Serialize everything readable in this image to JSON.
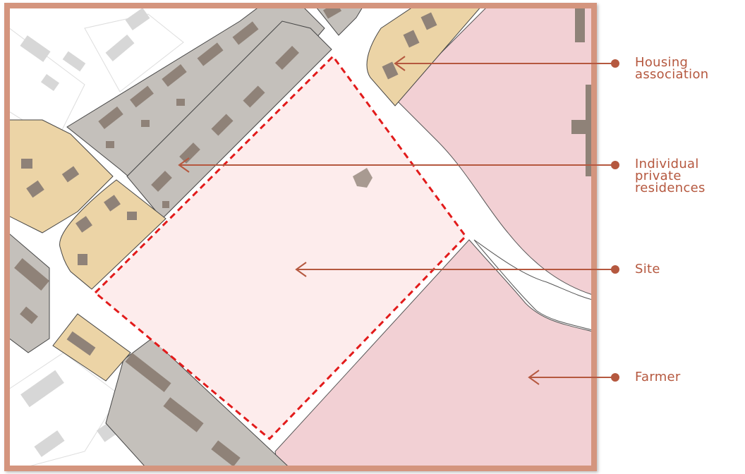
{
  "legend": {
    "items": [
      {
        "label": "Housing\nassociation",
        "color": "#b5583f"
      },
      {
        "label": "Individual\nprivate\nresidences",
        "color": "#b5583f"
      },
      {
        "label": "Site",
        "color": "#b5583f"
      },
      {
        "label": "Farmer",
        "color": "#b5583f"
      }
    ]
  },
  "colors": {
    "frame": "#d4957e",
    "housing_association": "#ecd4a6",
    "private_residences": "#c4c0bb",
    "site_fill": "#fdecec",
    "site_boundary": "#e21b1b",
    "farmer": "#f2d0d4",
    "building": "#8f8278",
    "arrow": "#b5583f"
  },
  "icons": [
    "arrow-left-icon",
    "dot-marker-icon"
  ]
}
